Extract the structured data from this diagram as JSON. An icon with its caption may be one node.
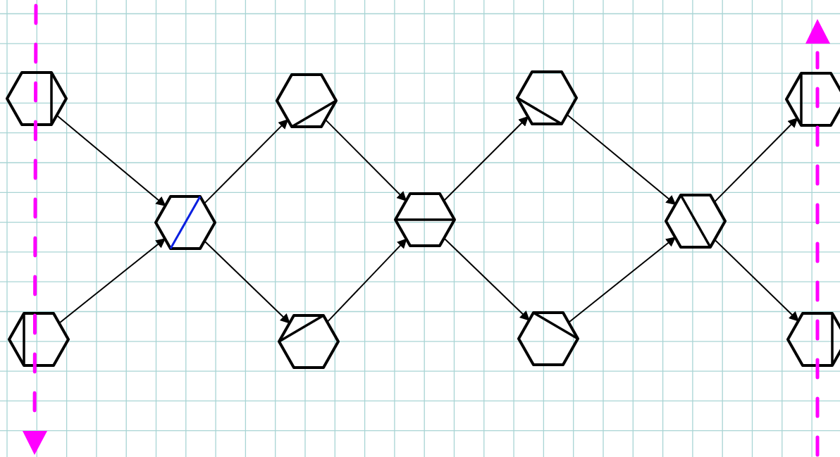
{
  "diagram": {
    "nodes": [
      {
        "text": [],
        "shape": "hexagon"
      },
      {
        "text": [],
        "shape": "hexagon"
      },
      {
        "text": [],
        "shape": "hexagon"
      },
      {
        "text": [],
        "shape": "hexagon"
      },
      {
        "text": [],
        "shape": "hexagon"
      },
      {
        "text": [],
        "shape": "hexagon"
      },
      {
        "text": [],
        "shape": "hexagon"
      },
      {
        "text": [],
        "shape": "hexagon"
      },
      {
        "text": [],
        "shape": "hexagon"
      },
      {
        "text": [],
        "shape": "hexagon"
      },
      {
        "text": [],
        "shape": "hexagon"
      }
    ],
    "edges": [
      {
        "from": 0,
        "to": 2,
        "arrow": "to"
      },
      {
        "from": 1,
        "to": 2,
        "arrow": "to"
      },
      {
        "from": 2,
        "to": 3,
        "arrow": "to"
      },
      {
        "from": 2,
        "to": 4,
        "arrow": "to"
      },
      {
        "from": 3,
        "to": 5,
        "arrow": "to"
      },
      {
        "from": 4,
        "to": 5,
        "arrow": "to"
      },
      {
        "from": 5,
        "to": 6,
        "arrow": "to"
      },
      {
        "from": 5,
        "to": 7,
        "arrow": "to"
      },
      {
        "from": 6,
        "to": 8,
        "arrow": "to"
      },
      {
        "from": 7,
        "to": 8,
        "arrow": "to"
      },
      {
        "from": 8,
        "to": 9,
        "arrow": "to"
      },
      {
        "from": 8,
        "to": 10,
        "arrow": "to"
      }
    ]
  }
}
